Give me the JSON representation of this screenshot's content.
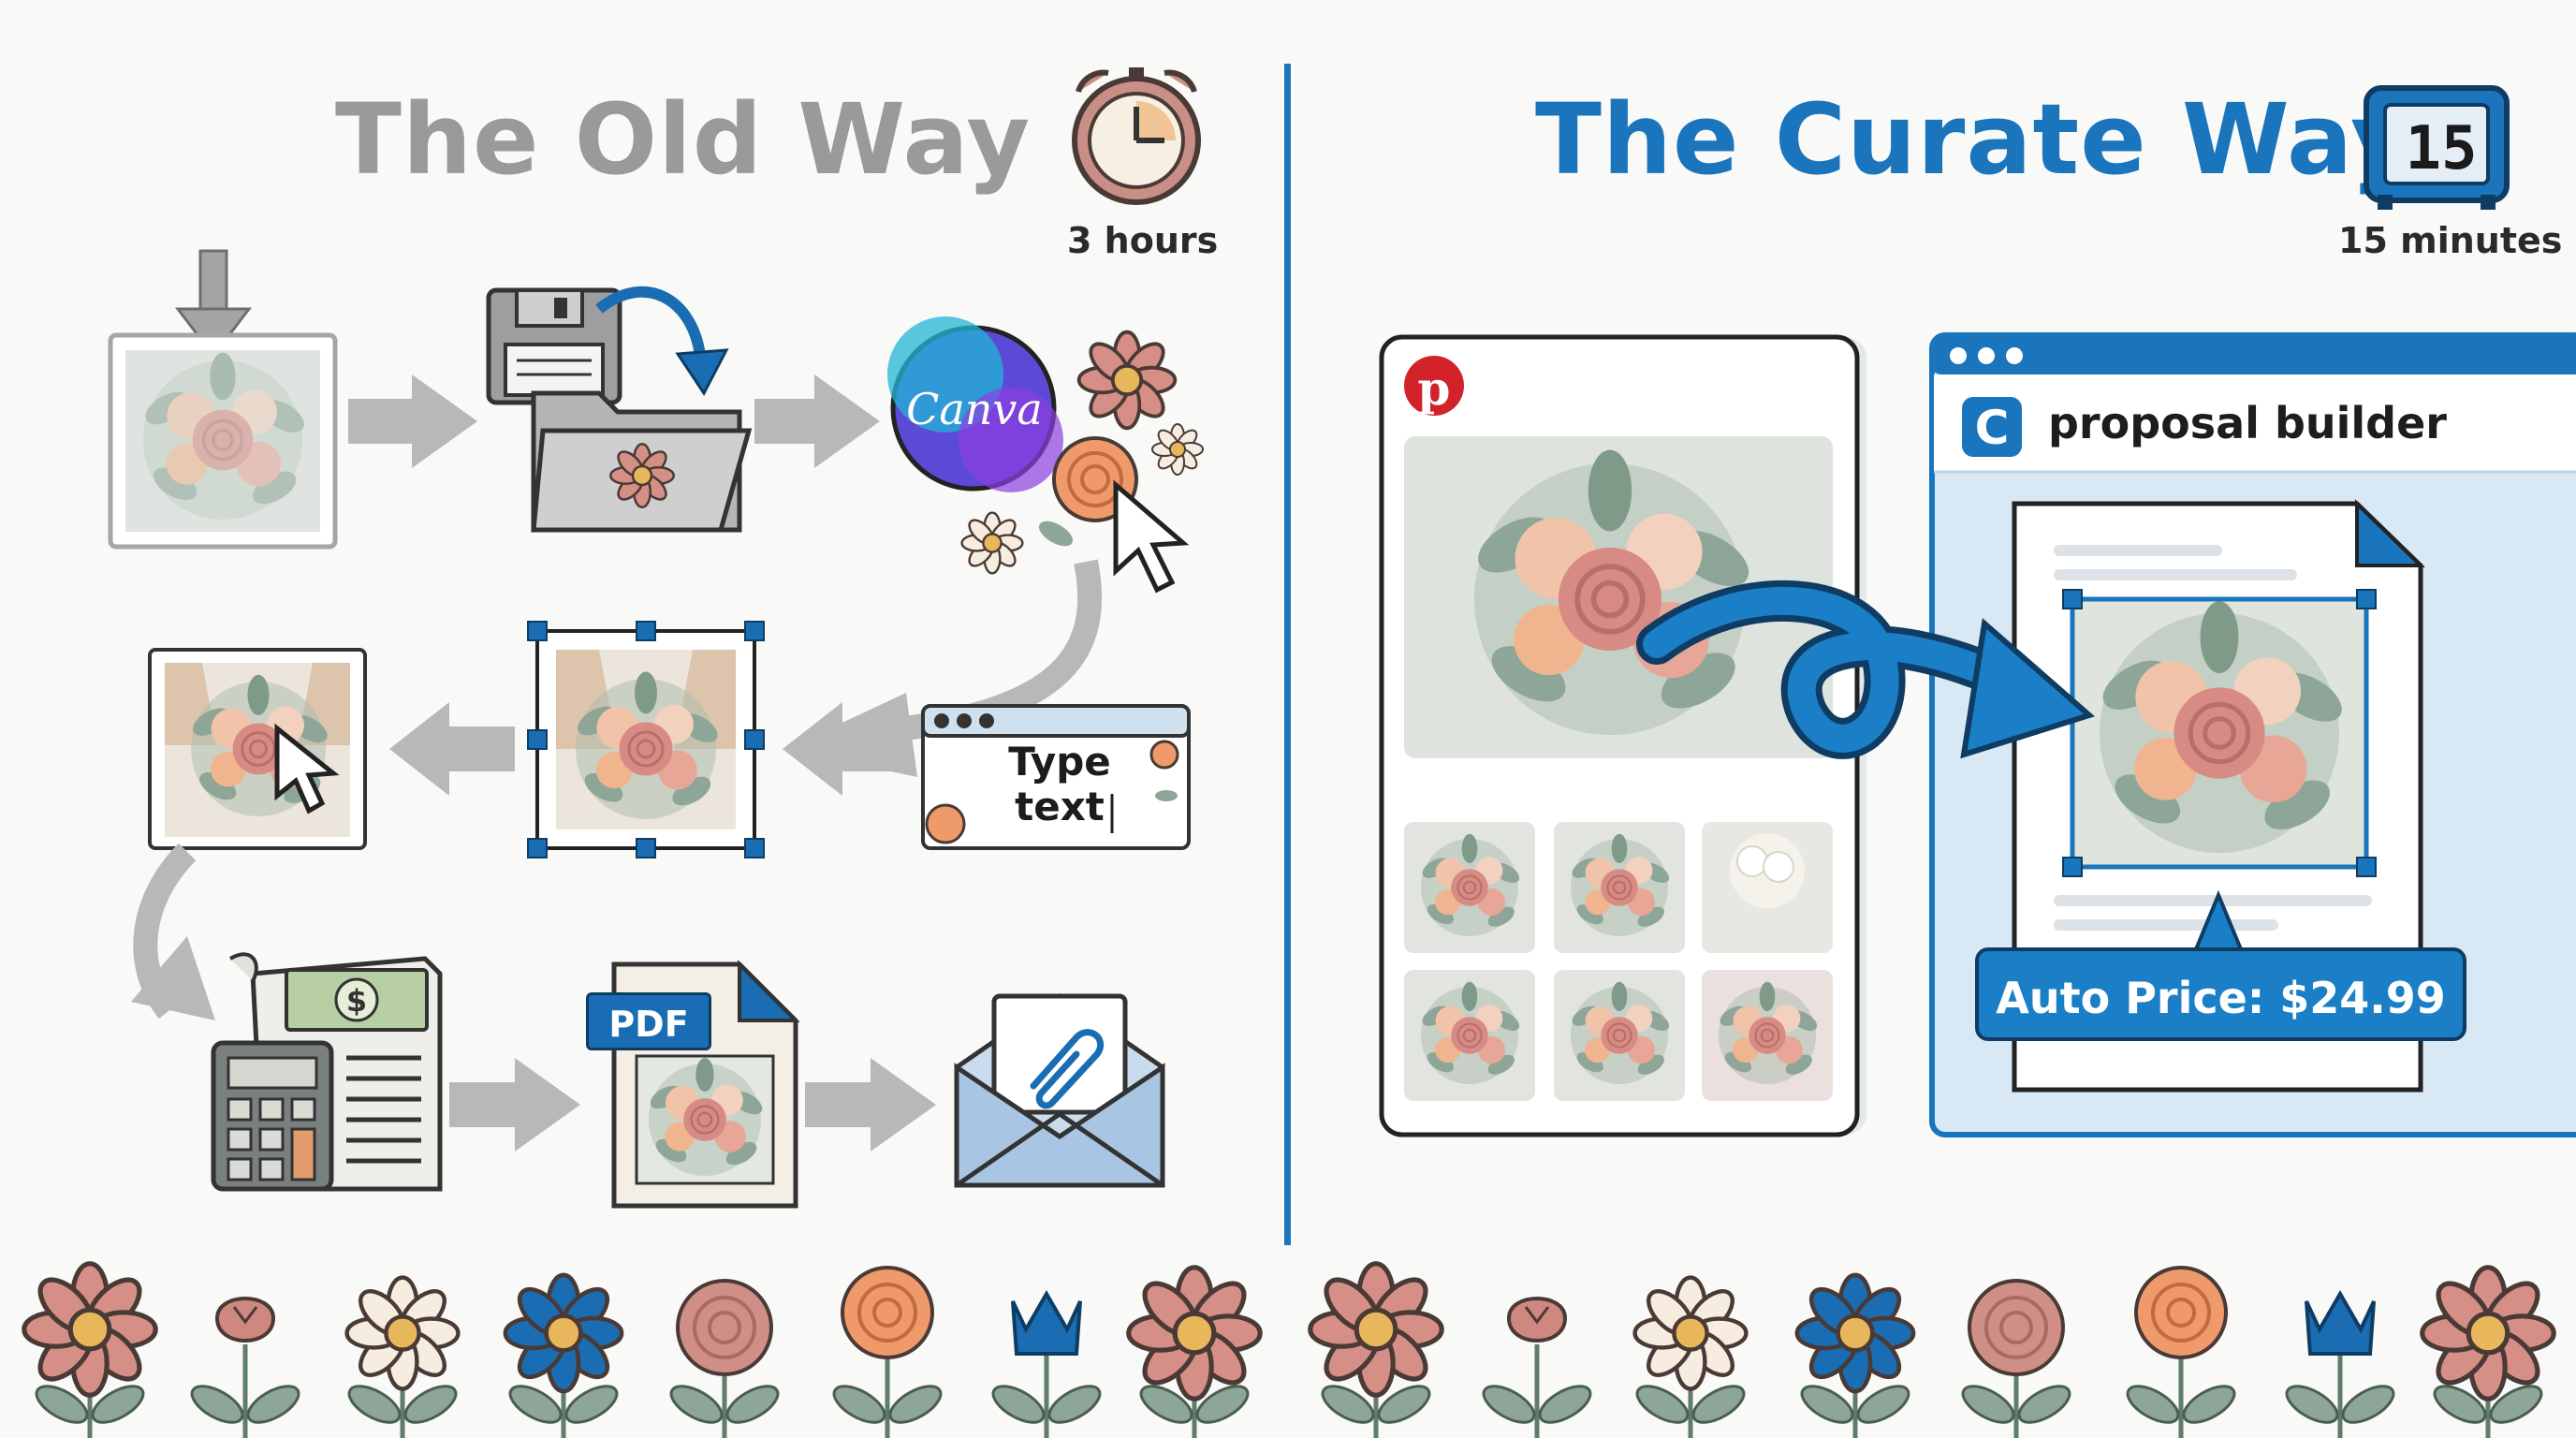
{
  "left": {
    "title": "The Old Way",
    "duration": "3 hours",
    "canva_label": "Canva",
    "type_text": [
      "Type",
      "text"
    ],
    "pdf_label": "PDF"
  },
  "right": {
    "title": "The Curate Way",
    "duration": "15 minutes",
    "timer_display": "15",
    "builder_title": "proposal builder",
    "auto_price_label": "Auto Price: $24.99"
  },
  "icons": [
    "alarm-clock-icon",
    "digital-timer-icon",
    "download-arrow-icon",
    "floppy-disk-icon",
    "folder-icon",
    "canva-logo-icon",
    "cursor-icon",
    "pinterest-icon",
    "calculator-icon",
    "invoice-icon",
    "pdf-file-icon",
    "email-envelope-icon",
    "paperclip-icon",
    "flower-icon"
  ],
  "colors": {
    "curate_blue": "#1a75bc",
    "old_gray": "#9a9a9a",
    "rose_pink": "#d58f86",
    "peach": "#ee9a6a",
    "sage": "#8fa696"
  }
}
